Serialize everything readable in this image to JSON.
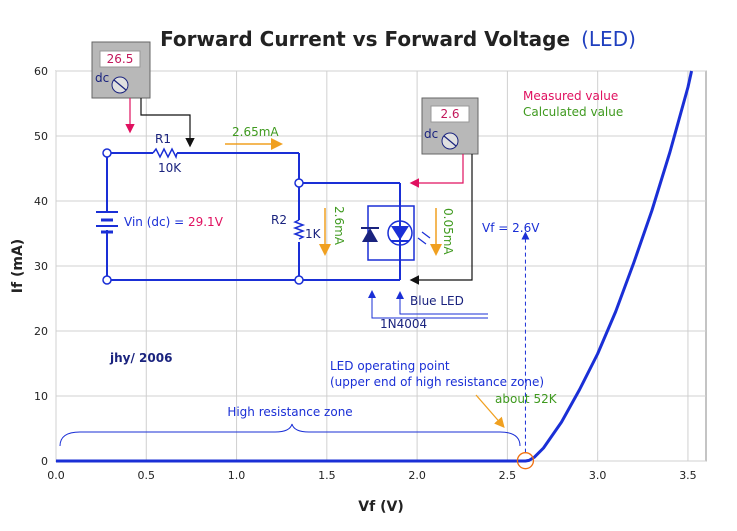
{
  "chart_data": {
    "type": "line",
    "title": "Forward Current vs Forward Voltage",
    "title_suffix": "(LED)",
    "xlabel": "Vf (V)",
    "ylabel": "If (mA)",
    "xlim": [
      0,
      3.6
    ],
    "ylim": [
      0,
      60
    ],
    "x_ticks": [
      "0.0",
      "0.5",
      "1.0",
      "1.5",
      "2.0",
      "2.5",
      "3.0",
      "3.5"
    ],
    "y_ticks": [
      "0",
      "10",
      "20",
      "30",
      "40",
      "50",
      "60"
    ],
    "grid": true,
    "series": [
      {
        "color": "#1a2fd6",
        "x": [
          0.0,
          2.5,
          2.6,
          2.62,
          2.65,
          2.7,
          2.8,
          2.9,
          3.0,
          3.1,
          3.2,
          3.3,
          3.4,
          3.5,
          3.52
        ],
        "y": [
          0.0,
          0.0,
          0.0,
          0.1,
          0.6,
          2.0,
          6.0,
          11.0,
          16.5,
          23.0,
          30.5,
          38.5,
          47.5,
          57.5,
          60.0
        ]
      }
    ],
    "operating_point": {
      "x": 2.6,
      "y": 0.05
    },
    "annotations": {
      "author": "jhy/ 2006",
      "high_resistance_zone": "High resistance zone",
      "operating_point_line1": "LED operating point",
      "operating_point_line2": "(upper end of high resistance zone)",
      "about": "about 52K",
      "vf_label": "Vf = 2.6V"
    },
    "legend": {
      "measured": "Measured value",
      "calculated": "Calculated value",
      "measured_color": "#e0105f",
      "calculated_color": "#3f9a1f"
    },
    "circuit": {
      "meter1_value": "26.5",
      "meter2_value": "2.6",
      "meter_dc": "dc",
      "r1_name": "R1",
      "r1_value": "10K",
      "r2_name": "R2",
      "r2_value": "1K",
      "vin_prefix": "Vin (dc) = ",
      "vin_value": "29.1V",
      "i_total": "2.65mA",
      "i_r2": "2.6mA",
      "i_led": "0.05mA",
      "blue_led": "Blue LED",
      "diode": "1N4004"
    }
  }
}
